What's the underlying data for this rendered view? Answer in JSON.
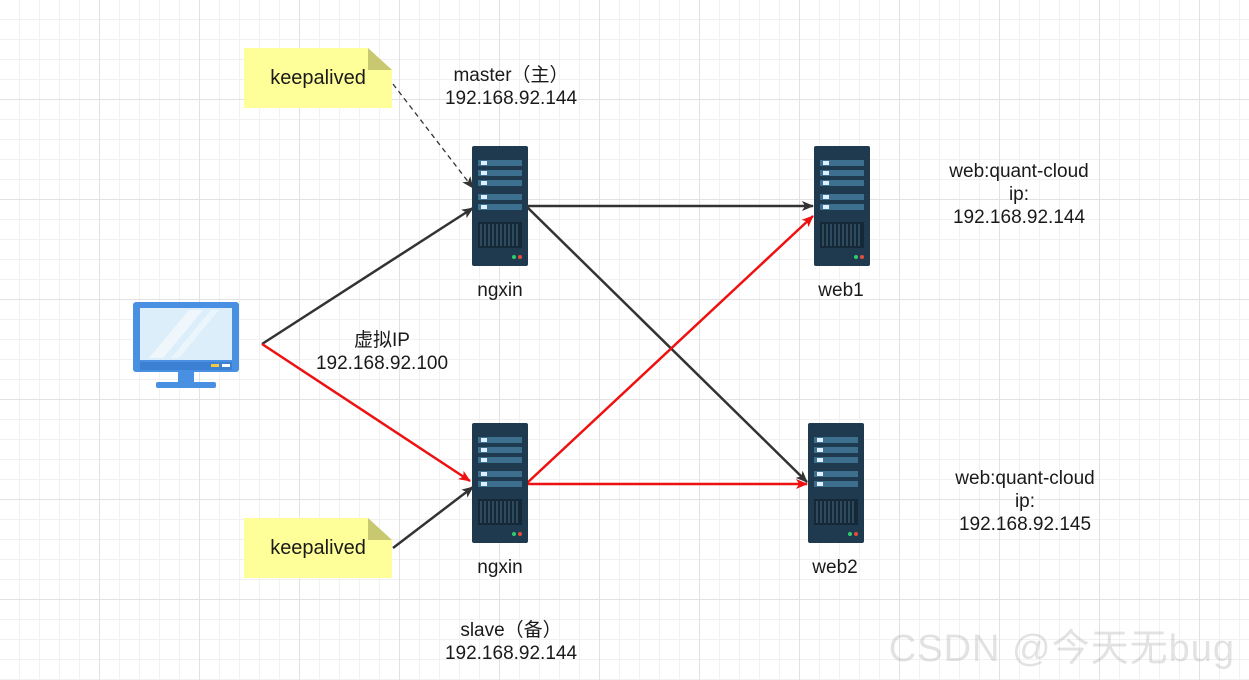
{
  "colors": {
    "link": "#333333",
    "active_link": "#ee1111",
    "note_fill": "#ffff99",
    "note_fold": "#c8c870",
    "server_body": "#1f3a4e",
    "monitor_frame": "#4a90e2"
  },
  "icons": {
    "client": "desktop-monitor-icon",
    "server": "server-rack-icon",
    "note": "sticky-note-icon"
  },
  "notes": {
    "master": "keepalived",
    "slave": "keepalived"
  },
  "master": {
    "role": "master（主）",
    "ip": "192.168.92.144",
    "name": "ngxin"
  },
  "slave": {
    "role": "slave（备）",
    "ip": "192.168.92.144",
    "name": "ngxin"
  },
  "vip": {
    "label": "虚拟IP",
    "ip": "192.168.92.100"
  },
  "web1": {
    "name": "web1",
    "info": "web:quant-cloud",
    "ip_label": "ip:",
    "ip": "192.168.92.144"
  },
  "web2": {
    "name": "web2",
    "info": "web:quant-cloud",
    "ip_label": "ip:",
    "ip": "192.168.92.145"
  },
  "watermark": "CSDN @今天无bug"
}
